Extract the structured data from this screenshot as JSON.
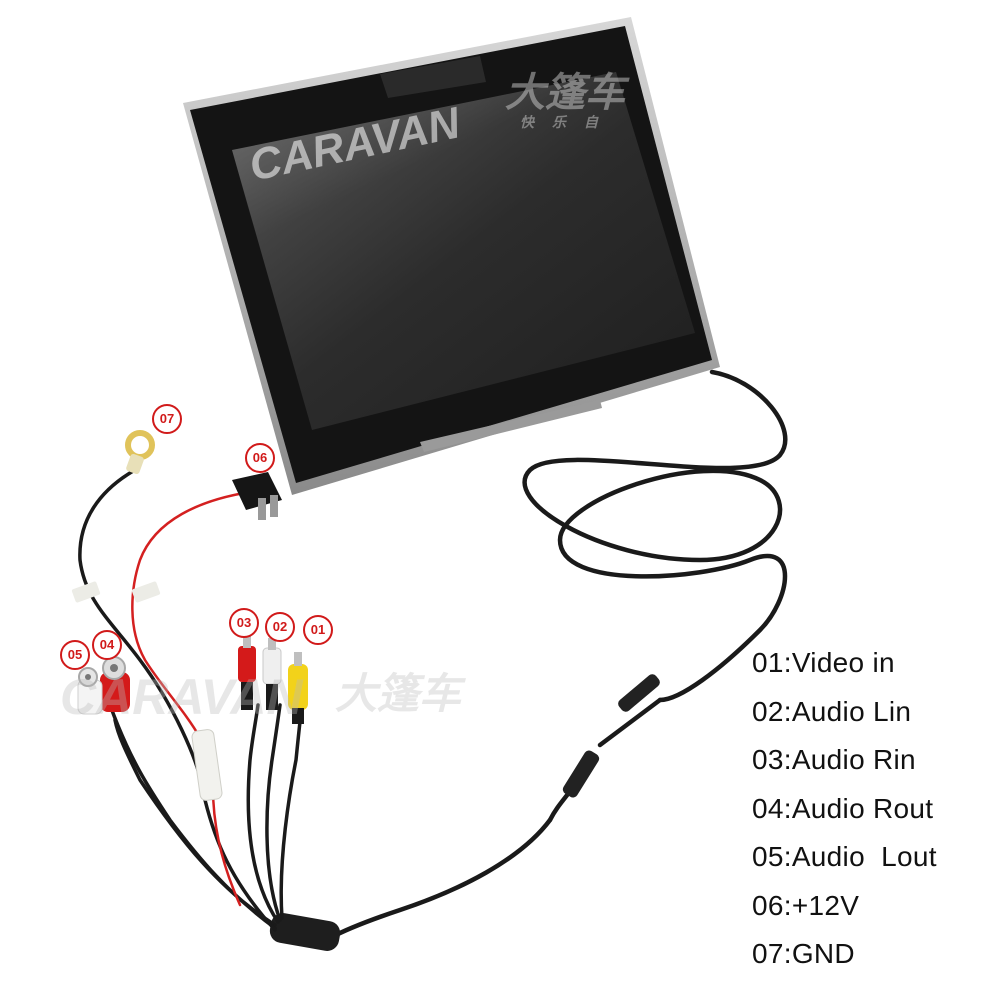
{
  "image": {
    "description_words": "product photo of a car headrest LCD monitor with RCA and power cable harness",
    "colors": {
      "bezel": "#1c1c1c",
      "screen": "#3a3a3a",
      "silver_frame": "#b8b8b8",
      "cable": "#1a1a1a",
      "red_wire": "#d42020",
      "rca_yellow": "#f2d21a",
      "rca_red": "#d41a1a",
      "rca_white": "#eeeeee",
      "callout_red": "#d11a1a"
    }
  },
  "watermark": {
    "brand": "CARAVAN",
    "chinese_brand": "大篷车",
    "chinese_slogan": "快乐自"
  },
  "callouts": [
    "07",
    "06",
    "03",
    "02",
    "01",
    "05",
    "04"
  ],
  "legend": [
    "01:Video in",
    "02:Audio Lin",
    "03:Audio Rin",
    "04:Audio Rout",
    "05:Audio  Lout",
    "06:+12V",
    "07:GND"
  ]
}
